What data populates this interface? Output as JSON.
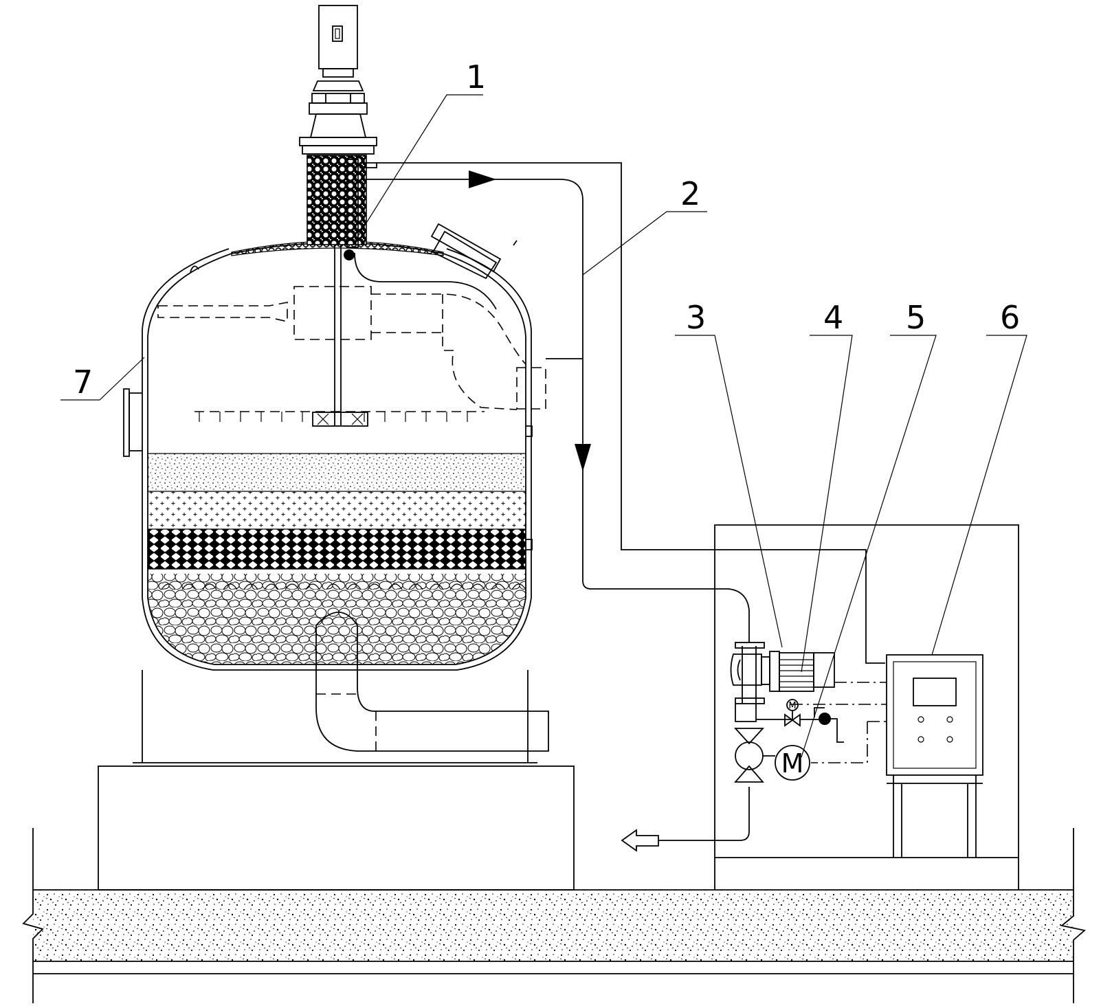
{
  "diagram": {
    "labels": {
      "l1": "1",
      "l2": "2",
      "l3": "3",
      "l4": "4",
      "l5": "5",
      "l6": "6",
      "l7": "7"
    },
    "motor_symbol": "M",
    "gauge_symbol": "M",
    "colors": {
      "line": "#000000",
      "background": "#ffffff"
    },
    "icons": {
      "flow_arrow": "solid-triangle-arrow",
      "outlet_arrow": "hollow-arrow"
    }
  }
}
